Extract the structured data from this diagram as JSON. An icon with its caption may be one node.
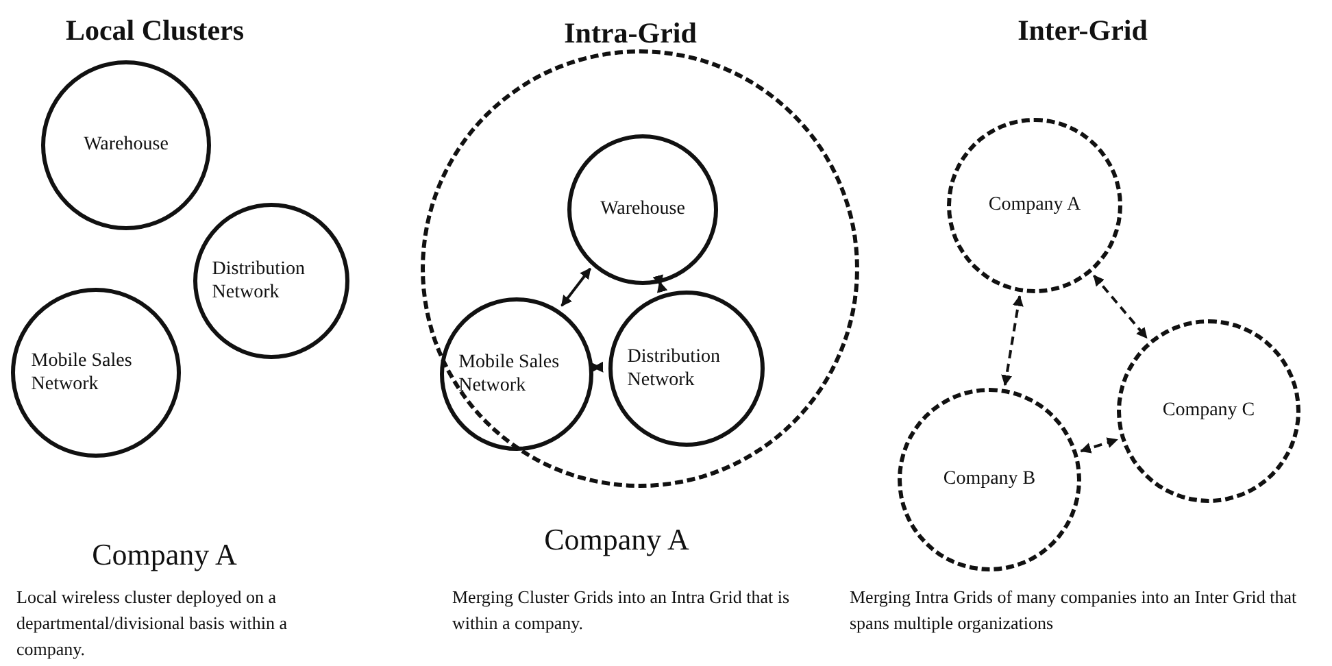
{
  "diagram": {
    "nodes": [
      {
        "text": [
          "Warehouse"
        ]
      },
      {
        "text": [
          "Distribution Network"
        ]
      },
      {
        "text": [
          "Mobile Sales Network"
        ]
      },
      {
        "text": [],
        "shape": "circle"
      },
      {
        "text": [
          "Warehouse"
        ],
        "in": 3
      },
      {
        "text": [
          "Mobile Sales Network"
        ],
        "in": 3
      },
      {
        "text": [
          "Distribution Network"
        ],
        "in": 3
      },
      {
        "text": [
          "Company A"
        ]
      },
      {
        "text": [
          "Company B"
        ]
      },
      {
        "text": [
          "Company C"
        ]
      }
    ],
    "edges": [
      {
        "from": 4,
        "to": 5,
        "arrow": "both"
      },
      {
        "from": 4,
        "to": 6,
        "arrow": "both"
      },
      {
        "from": 5,
        "to": 6,
        "arrow": "both"
      },
      {
        "from": 7,
        "to": 8,
        "arrow": "both",
        "style": "dashed"
      },
      {
        "from": 7,
        "to": 9,
        "arrow": "both",
        "style": "dashed"
      },
      {
        "from": 8,
        "to": 9,
        "arrow": "both",
        "style": "dashed"
      }
    ],
    "labels": [
      "Local Clusters",
      "Intra-Grid",
      "Inter-Grid",
      "Company A",
      "Company A",
      "Local wireless cluster deployed on a departmental/divisional basis within a company.",
      "Merging Cluster Grids into an Intra Grid that is within a company.",
      "Merging Intra Grids of many companies into an Inter Grid that spans multiple organizations"
    ]
  }
}
